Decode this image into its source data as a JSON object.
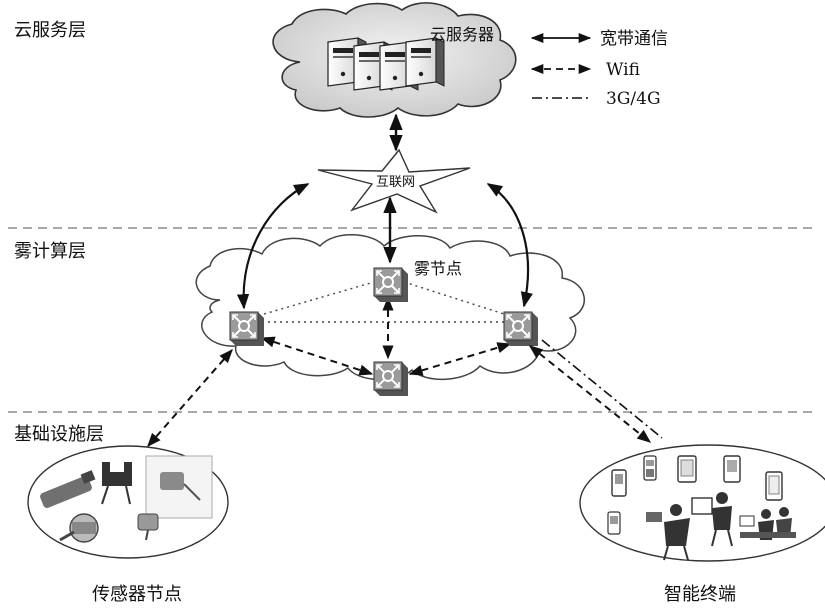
{
  "layers": {
    "cloud": "云服务层",
    "fog": "雾计算层",
    "infrastructure": "基础设施层"
  },
  "cloud_server_label": "云服务器",
  "internet_label": "互联网",
  "fog_node_label": "雾节点",
  "legend": [
    {
      "style": "solid",
      "label": "宽带通信"
    },
    {
      "style": "dashed",
      "label": "Wifi"
    },
    {
      "style": "dash-dot",
      "label": "3G/4G"
    }
  ],
  "groups": {
    "sensors": "传感器节点",
    "terminals": "智能终端"
  },
  "colors": {
    "line": "#111111",
    "separator": "#8c8c8c",
    "cloud_fill": "#e2e2e2",
    "node_face": "#9a9a9a"
  }
}
